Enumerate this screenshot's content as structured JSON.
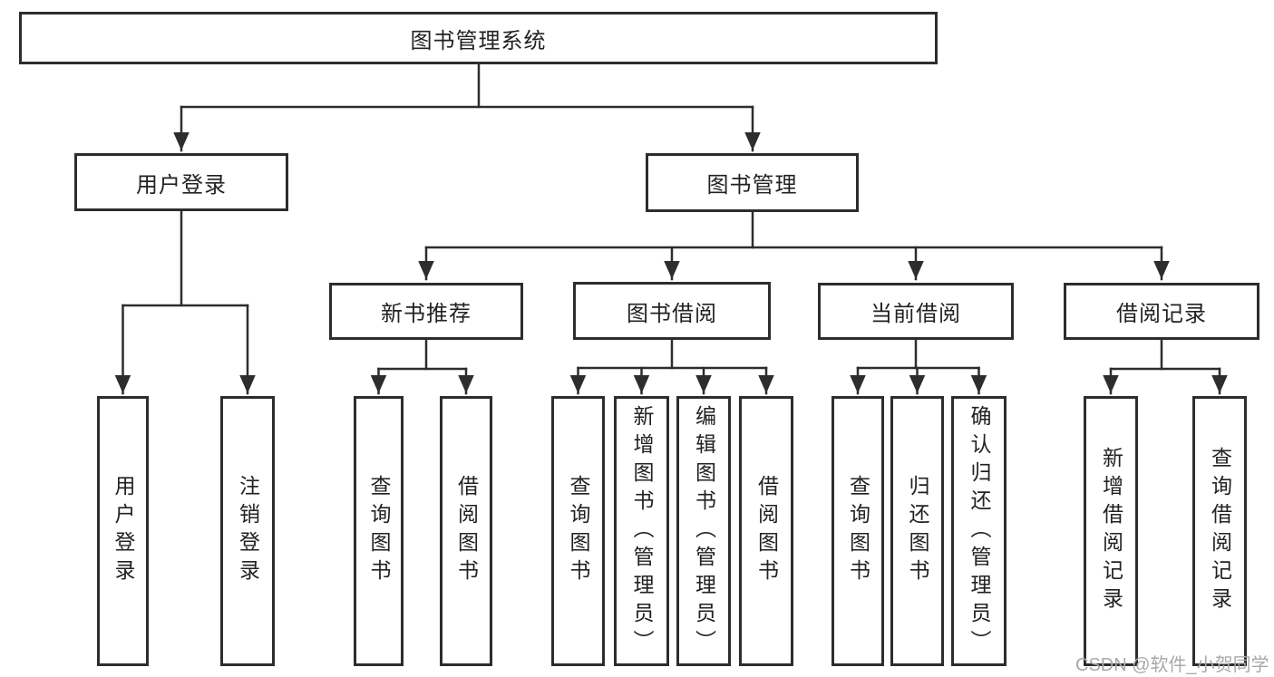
{
  "diagram": {
    "root": {
      "label": "图书管理系统"
    },
    "children": [
      {
        "label": "用户登录",
        "children": [
          {
            "label": "用户登录"
          },
          {
            "label": "注销登录"
          }
        ]
      },
      {
        "label": "图书管理",
        "children": [
          {
            "label": "新书推荐",
            "children": [
              {
                "label": "查询图书"
              },
              {
                "label": "借阅图书"
              }
            ]
          },
          {
            "label": "图书借阅",
            "children": [
              {
                "label": "查询图书"
              },
              {
                "label": "新增图书（管理员）"
              },
              {
                "label": "编辑图书（管理员）"
              },
              {
                "label": "借阅图书"
              }
            ]
          },
          {
            "label": "当前借阅",
            "children": [
              {
                "label": "查询图书"
              },
              {
                "label": "归还图书"
              },
              {
                "label": "确认归还（管理员）"
              }
            ]
          },
          {
            "label": "借阅记录",
            "children": [
              {
                "label": "新增借阅记录"
              },
              {
                "label": "查询借阅记录"
              }
            ]
          }
        ]
      }
    ]
  },
  "watermark": "CSDN @软件_小贺同学",
  "colors": {
    "line": "#2d2d2d",
    "text": "#222222",
    "watermark": "#a9a9a9",
    "background": "#ffffff"
  }
}
